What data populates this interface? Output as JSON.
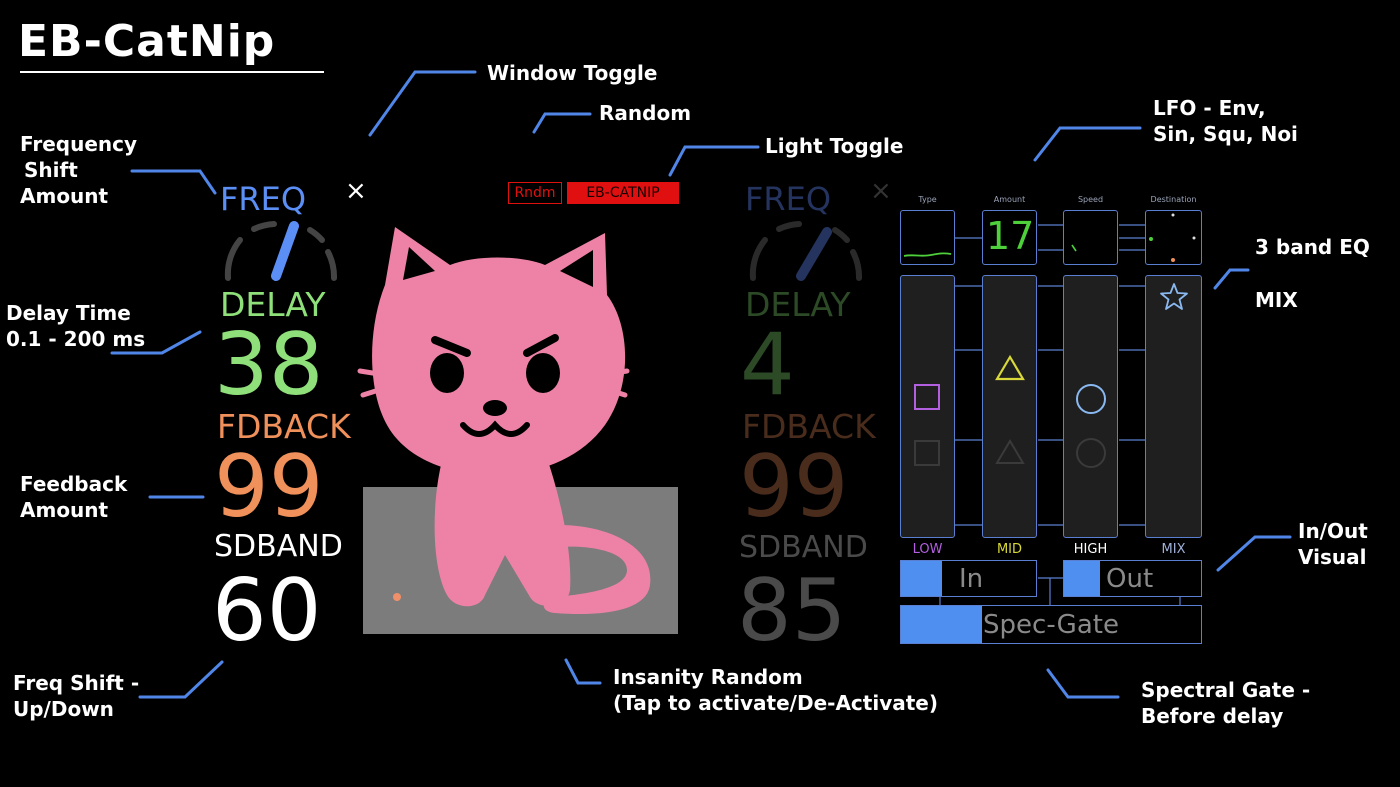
{
  "app": {
    "title": "EB-CatNip"
  },
  "annotations": {
    "window_toggle": "Window Toggle",
    "random": "Random",
    "light_toggle": "Light Toggle",
    "lfo_line1": "LFO - Env,",
    "lfo_line2": "Sin, Squ, Noi",
    "eq": "3 band EQ",
    "mix": "MIX",
    "in_out_line1": "In/Out",
    "in_out_line2": "Visual",
    "spectral_line1": "Spectral Gate -",
    "spectral_line2": "Before delay",
    "insanity_line1": "Insanity Random",
    "insanity_line2": "(Tap to activate/De-Activate)",
    "freq_shift_line1": "Freq Shift -",
    "freq_shift_line2": "Up/Down",
    "feedback_line1": "Feedback",
    "feedback_line2": "Amount",
    "delay_line1": "Delay Time",
    "delay_line2": "0.1 - 200 ms",
    "freq_amount_line1": "Frequency",
    "freq_amount_line2": "Shift",
    "freq_amount_line3": "Amount"
  },
  "left_panel": {
    "freq_label": "FREQ",
    "close_symbol": "×",
    "delay_label": "DELAY",
    "delay_value": "38",
    "fdback_label": "FDBACK",
    "fdback_value": "99",
    "sdband_label": "SDBAND",
    "sdband_value": "60"
  },
  "top_buttons": {
    "random_label": "Rndm",
    "light_label": "EB-CATNIP"
  },
  "right_panel": {
    "freq_label": "FREQ",
    "close_symbol": "×",
    "delay_label": "DELAY",
    "delay_value": "4",
    "fdback_label": "FDBACK",
    "fdback_value": "99",
    "sdband_label": "SDBAND",
    "sdband_value": "85"
  },
  "lfo": {
    "headers": [
      "Type",
      "Amount",
      "Speed",
      "Destination"
    ],
    "amount_value": "17"
  },
  "eq": {
    "bands": [
      "LOW",
      "MID",
      "HIGH",
      "MIX"
    ]
  },
  "io": {
    "in_label": "In",
    "out_label": "Out",
    "in_level": 0.3,
    "out_level": 0.26
  },
  "spec_gate": {
    "label": "Spec-Gate",
    "level": 0.27
  },
  "colors": {
    "freq": "#5b8ff5",
    "delay": "#8fe07a",
    "fdback": "#f0905a",
    "sdband": "#ffffff",
    "cat": "#ee82a6",
    "accent_red": "#e01010",
    "panel_border": "#5a7fd0",
    "annotation_line": "#4f86e8"
  }
}
